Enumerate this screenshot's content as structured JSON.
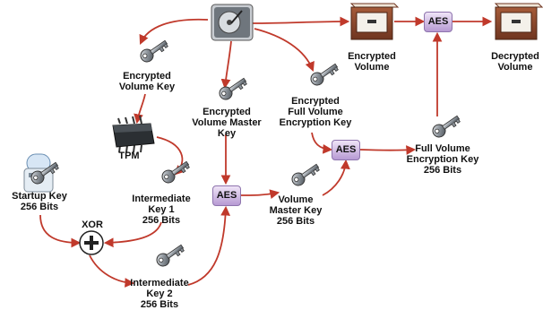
{
  "labels": {
    "encrypted_volume_key": [
      "Encrypted",
      "Volume Key"
    ],
    "tpm": "TPM",
    "startup_key": [
      "Startup Key",
      "256 Bits"
    ],
    "intermediate_key_1": [
      "Intermediate",
      "Key 1",
      "256 Bits"
    ],
    "xor": "XOR",
    "intermediate_key_2": [
      "Intermediate",
      "Key 2",
      "256 Bits"
    ],
    "encrypted_volume_master_key": [
      "Encrypted",
      "Volume Master",
      "Key"
    ],
    "encrypted_fvek": [
      "Encrypted",
      "Full Volume",
      "Encryption Key"
    ],
    "volume_master_key": [
      "Volume",
      "Master Key",
      "256 Bits"
    ],
    "fvek": [
      "Full Volume",
      "Encryption Key",
      "256 Bits"
    ],
    "encrypted_volume": [
      "Encrypted",
      "Volume"
    ],
    "decrypted_volume": [
      "Decrypted",
      "Volume"
    ],
    "aes": "AES"
  },
  "colors": {
    "arrow": "#c0392b",
    "aes_fill": "#c9b3e0",
    "key_metal": "#9aa0a6"
  },
  "icons": [
    "hard-drive-icon",
    "key-icon",
    "tpm-chip-icon",
    "usb-drive-icon",
    "xor-icon",
    "file-drawer-icon"
  ]
}
